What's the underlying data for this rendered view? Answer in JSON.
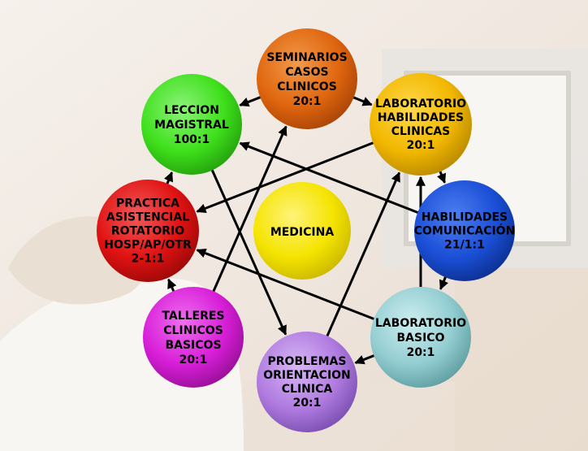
{
  "diagram": {
    "center": {
      "lines": [
        "MEDICINA"
      ],
      "color": "#f5e400"
    },
    "nodes": [
      {
        "id": "seminarios",
        "lines": [
          "SEMINARIOS",
          "CASOS",
          "CLINICOS",
          "20:1"
        ],
        "color": "#e0660f"
      },
      {
        "id": "laboratorio-habilidades",
        "lines": [
          "LABORATORIO",
          "HABILIDADES",
          "CLINICAS",
          "20:1"
        ],
        "color": "#f2b800"
      },
      {
        "id": "habilidades-comunicacion",
        "lines": [
          "HABILIDADES",
          "COMUNICACIÓN",
          "21/1:1"
        ],
        "color": "#1a4fd6"
      },
      {
        "id": "laboratorio-basico",
        "lines": [
          "LABORATORIO",
          "BASICO",
          "20:1"
        ],
        "color": "#93cdd1"
      },
      {
        "id": "problemas",
        "lines": [
          "PROBLEMAS",
          "ORIENTACION",
          "CLINICA",
          "20:1"
        ],
        "color": "#b07be0"
      },
      {
        "id": "talleres",
        "lines": [
          "TALLERES",
          "CLINICOS",
          "BASICOS",
          "20:1"
        ],
        "color": "#d81ed8"
      },
      {
        "id": "practica",
        "lines": [
          "PRACTICA",
          "ASISTENCIAL",
          "ROTATORIO",
          "HOSP/AP/OTR",
          "2-1:1"
        ],
        "color": "#e01212"
      },
      {
        "id": "leccion",
        "lines": [
          "LECCION",
          "MAGISTRAL",
          "100:1"
        ],
        "color": "#3fe01c"
      }
    ]
  }
}
